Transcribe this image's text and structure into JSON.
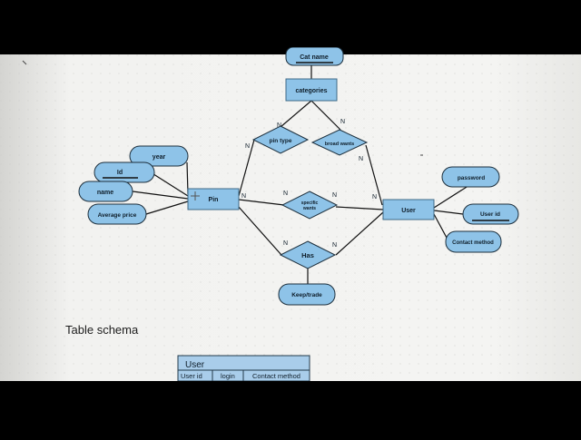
{
  "diagram": {
    "entities": {
      "pin": "Pin",
      "user": "User",
      "categories": "categories"
    },
    "attributes": {
      "cat_name": "Cat name",
      "year": "year",
      "id": "Id",
      "name": "name",
      "average_price": "Average price",
      "password": "password",
      "user_id": "User id",
      "contact_method": "Contact method",
      "keep_trade": "Keep/trade"
    },
    "relationships": {
      "pin_type": "pin type",
      "broad_wants": "broad wants",
      "specific_wants": [
        "specific",
        "wants"
      ],
      "has": "Has"
    },
    "cardinality_mark": "N"
  },
  "schema": {
    "heading": "Table schema",
    "table_title": "User",
    "columns": [
      "User id",
      "login",
      "Contact method"
    ]
  },
  "colors": {
    "fill": "#8ec3e8",
    "canvas": "#f3f3f1",
    "letterbox": "#000000"
  }
}
